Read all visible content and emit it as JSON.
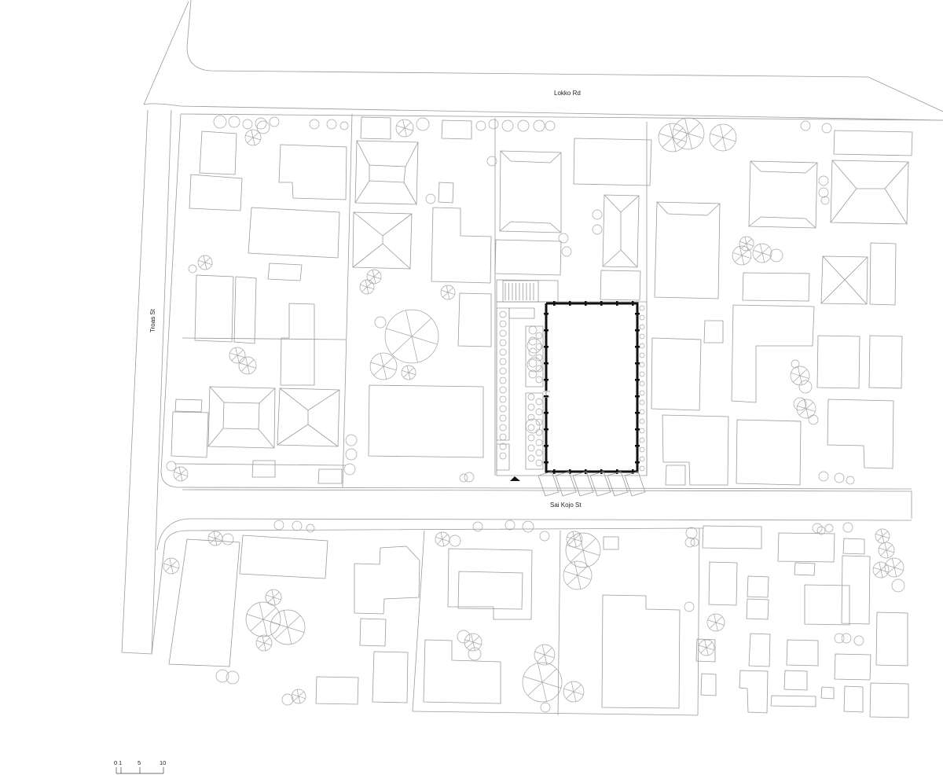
{
  "streets": {
    "north": "Lokko Rd",
    "west": "Troas St",
    "south": "Sai Kojo St"
  },
  "scale_bar": {
    "ticks": [
      "0",
      "1",
      "5",
      "10"
    ]
  },
  "colors": {
    "context_line": "#9a9a9a",
    "project_wall": "#111111",
    "background": "#ffffff"
  },
  "icons": {
    "entrance": "entrance-arrow-icon"
  }
}
